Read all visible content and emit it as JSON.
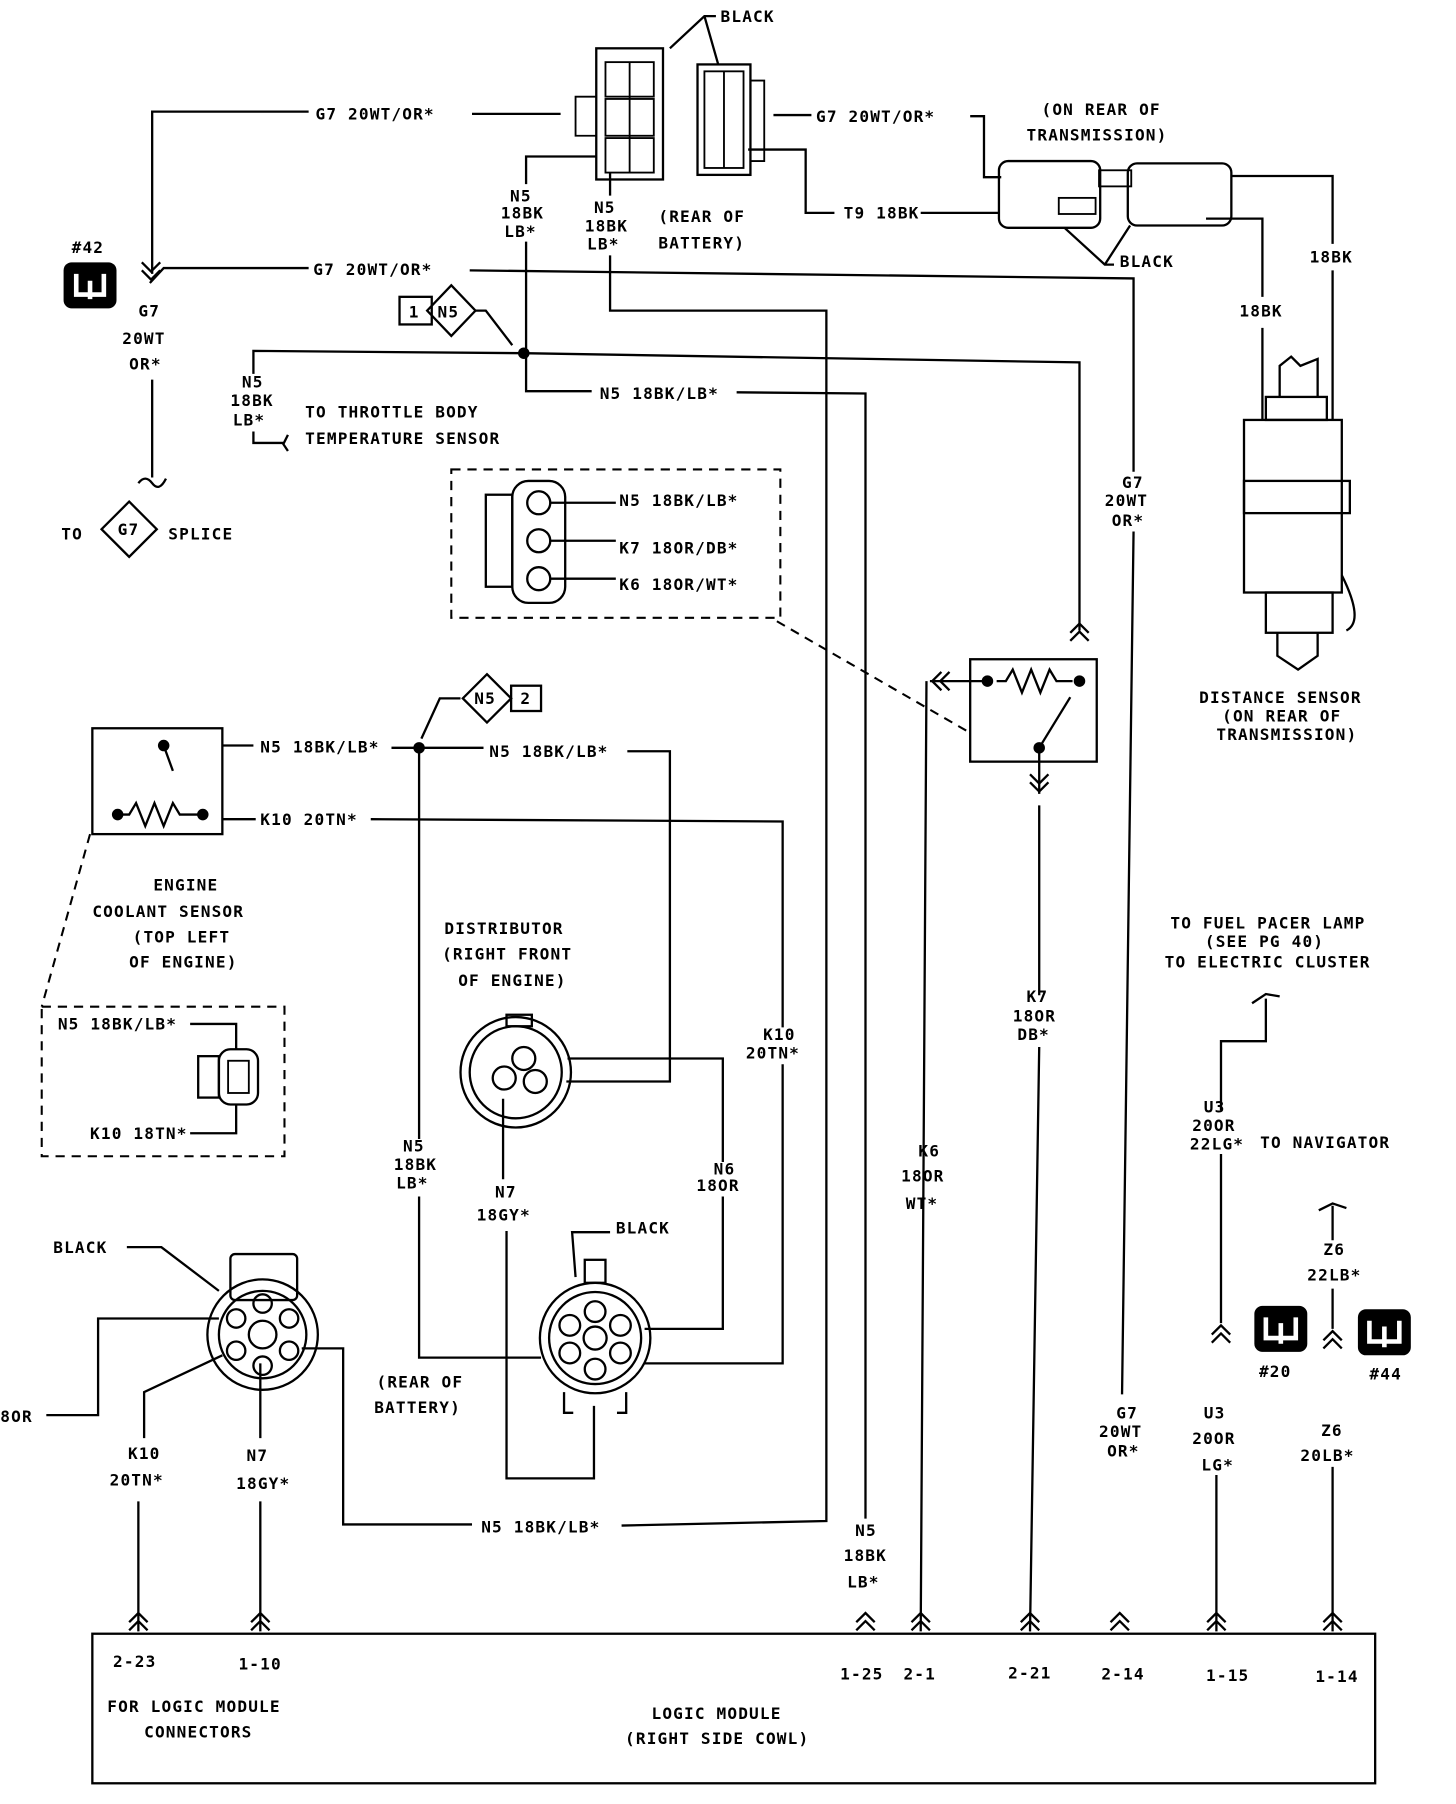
{
  "colors": {
    "ink": "#000000",
    "paper": "#ffffff"
  },
  "labels": {
    "black_top": "BLACK",
    "g7_top_left": "G7 20WT/OR*",
    "g7_top_right": "G7 20WT/OR*",
    "on_rear_trans_top": [
      "(ON REAR OF",
      "TRANSMISSION)"
    ],
    "n5_conn_a": [
      "N5",
      "18BK",
      "LB*"
    ],
    "n5_conn_b": [
      "N5",
      "18BK",
      "LB*"
    ],
    "rear_battery_top": [
      "(REAR OF",
      "BATTERY)"
    ],
    "t9": "T9 18BK",
    "black_trans": "BLACK",
    "bk18_a": "18BK",
    "bk18_b": "18BK",
    "ref42": "#42",
    "g7_vert_left": [
      "G7",
      "20WT",
      "OR*"
    ],
    "g7_mid": "G7 20WT/OR*",
    "splice1_num": "1",
    "splice1_id": "N5",
    "n5_mid": "N5 18BK/LB*",
    "n5_throttle": [
      "N5",
      "18BK",
      "LB*"
    ],
    "throttle": [
      "TO THROTTLE BODY",
      "TEMPERATURE SENSOR"
    ],
    "to": "TO",
    "splice_g7": "G7",
    "splice": "SPLICE",
    "g7_vert_right": [
      "G7",
      "20WT",
      "OR*"
    ],
    "inset_top": [
      "N5 18BK/LB*",
      "K7 18OR/DB*",
      "K6 18OR/WT*"
    ],
    "distance_sensor": [
      "DISTANCE SENSOR",
      "(ON REAR OF",
      "TRANSMISSION)"
    ],
    "splice2_id": "N5",
    "splice2_num": "2",
    "n5_coolant": "N5 18BK/LB*",
    "n5_coolant_right": "N5 18BK/LB*",
    "k10_coolant": "K10 20TN*",
    "coolant_sensor": [
      "ENGINE",
      "COOLANT SENSOR",
      "(TOP LEFT",
      "OF ENGINE)"
    ],
    "distributor": [
      "DISTRIBUTOR",
      "(RIGHT FRONT",
      "OF ENGINE)"
    ],
    "inset_left": [
      "N5 18BK/LB*",
      "K10 18TN*"
    ],
    "k10_right": [
      "K10",
      "20TN*"
    ],
    "k7": [
      "K7",
      "18OR",
      "DB*"
    ],
    "fuel_pacer": [
      "TO FUEL PACER LAMP",
      "(SEE PG 40)",
      "TO ELECTRIC CLUSTER"
    ],
    "u3_top": [
      "U3",
      "20OR",
      "22LG*"
    ],
    "navigator": "TO NAVIGATOR",
    "n5_dist": [
      "N5",
      "18BK",
      "LB*"
    ],
    "k6": [
      "K6",
      "18OR",
      "WT*"
    ],
    "n7_dist": [
      "N7",
      "18GY*"
    ],
    "n6": [
      "N6",
      "18OR"
    ],
    "black_dist": "BLACK",
    "black_left": "BLACK",
    "z6_top": [
      "Z6",
      "22LB*"
    ],
    "ref20": "#20",
    "ref44": "#44",
    "rear_battery_bottom": [
      "(REAR OF",
      "BATTERY)"
    ],
    "or_cut": "8OR",
    "g7_bottom": [
      "G7",
      "20WT",
      "OR*"
    ],
    "u3_bottom": [
      "U3",
      "20OR",
      "LG*"
    ],
    "z6_bottom": [
      "Z6",
      "20LB*"
    ],
    "k10_bottom": [
      "K10",
      "20TN*"
    ],
    "n7_bottom": [
      "N7",
      "18GY*"
    ],
    "n5_bottom": "N5 18BK/LB*",
    "n5_125": [
      "N5",
      "18BK",
      "LB*"
    ]
  },
  "logic_module": {
    "pins": [
      "2-23",
      "1-10",
      "1-25",
      "2-1",
      "2-21",
      "2-14",
      "1-15",
      "1-14"
    ],
    "note": [
      "FOR LOGIC MODULE",
      "CONNECTORS"
    ],
    "title": [
      "LOGIC MODULE",
      "(RIGHT SIDE COWL)"
    ]
  },
  "icons": [
    "connector-reference-icon-42",
    "connector-reference-icon-20",
    "connector-reference-icon-44"
  ]
}
